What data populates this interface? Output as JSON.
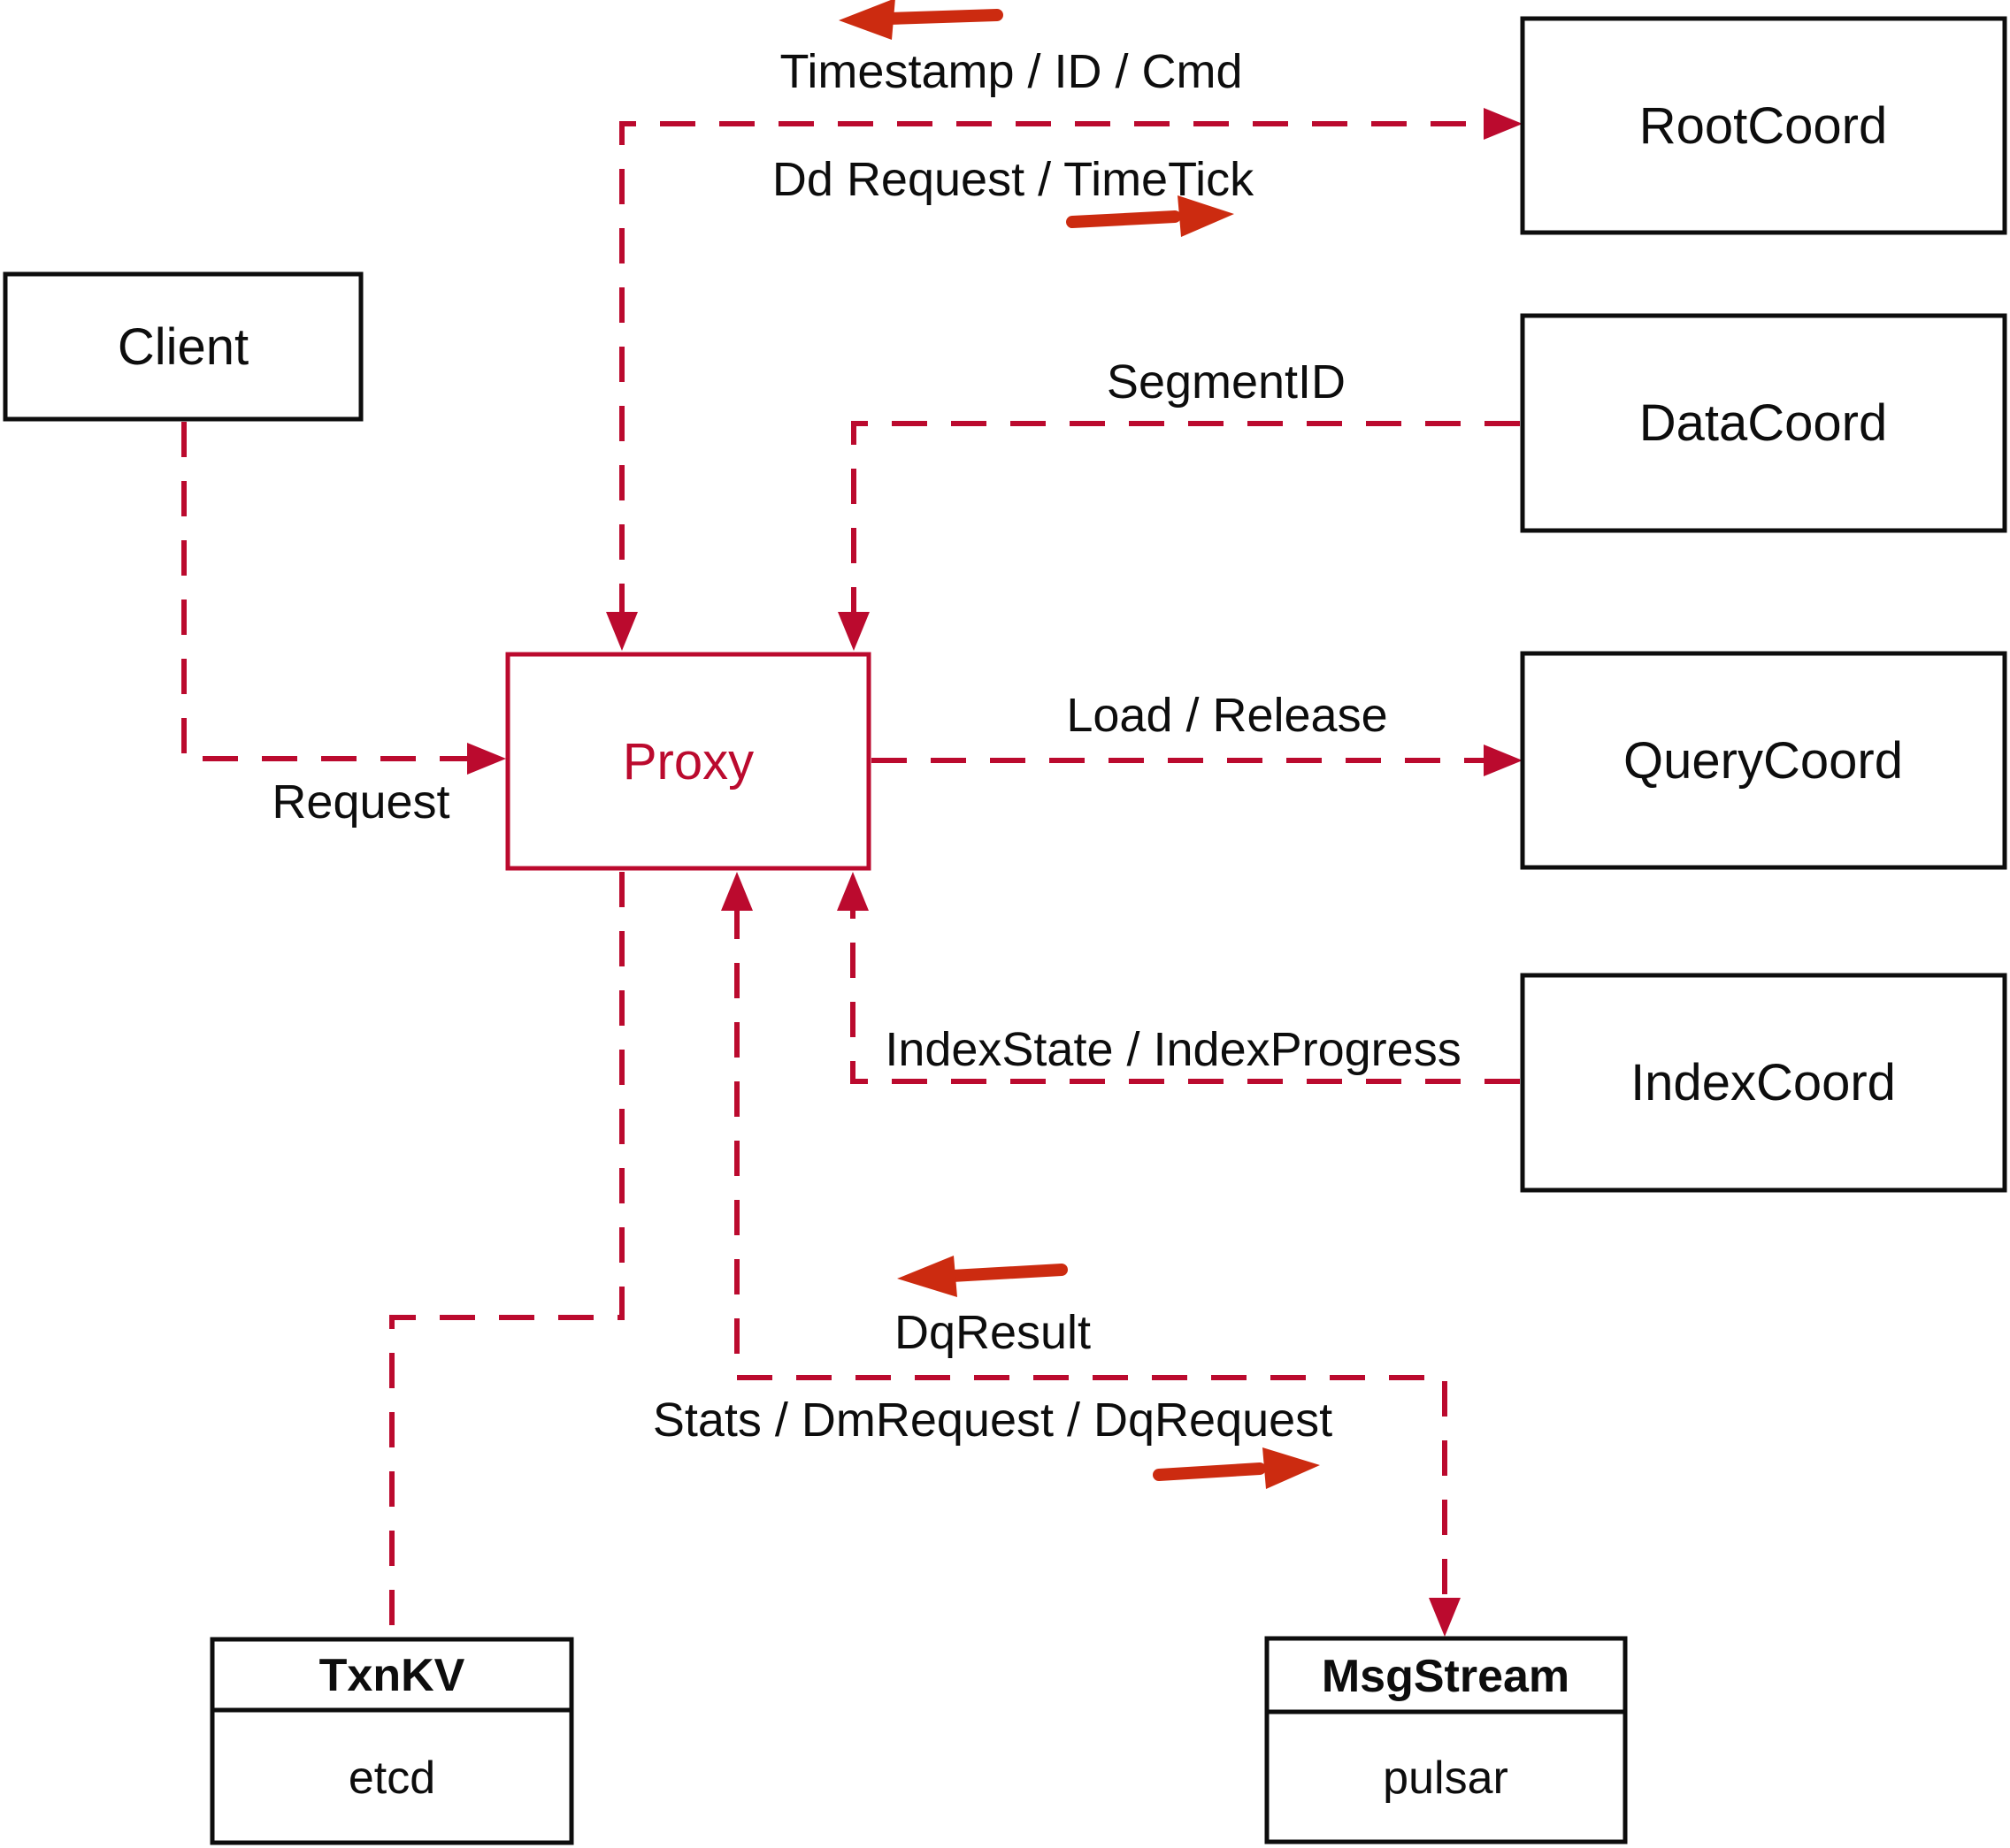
{
  "diagram": {
    "nodes": {
      "client": {
        "label": "Client"
      },
      "proxy": {
        "label": "Proxy"
      },
      "root_coord": {
        "label": "RootCoord"
      },
      "data_coord": {
        "label": "DataCoord"
      },
      "query_coord": {
        "label": "QueryCoord"
      },
      "index_coord": {
        "label": "IndexCoord"
      },
      "txn_kv": {
        "title": "TxnKV",
        "subtitle": "etcd"
      },
      "msg_stream": {
        "title": "MsgStream",
        "subtitle": "pulsar"
      }
    },
    "edge_labels": {
      "timestamp_id_cmd": "Timestamp / ID / Cmd",
      "dd_request_timetick": "Dd Request / TimeTick",
      "segment_id": "SegmentID",
      "load_release": "Load / Release",
      "index_state": "IndexState / IndexProgress",
      "request": "Request",
      "dq_result": "DqResult",
      "stats_dm_dq": "Stats / DmRequest / DqRequest"
    },
    "colors": {
      "line_red": "#bb0a2e",
      "arrow_red": "#cc2b10",
      "box_black": "#0d0d0d"
    }
  }
}
